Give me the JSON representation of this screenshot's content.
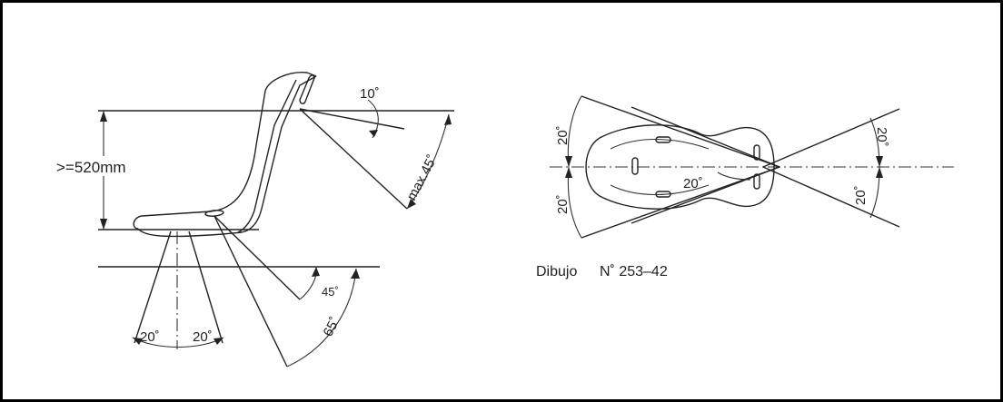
{
  "side_view": {
    "height_label": ">=520mm",
    "recline_label": "10˚",
    "max_back_label": "max.45˚",
    "left_angle_label": "20˚",
    "right_angle_label": "20˚",
    "belt_angle_45_label": "45˚",
    "belt_angle_65_label": "65˚"
  },
  "top_view": {
    "left_upper_label": "20˚",
    "left_lower_label": "20˚",
    "center_label": "20˚",
    "right_upper_label": "20˚",
    "right_lower_label": "20˚"
  },
  "drawing_ref": {
    "prefix": "Dibujo",
    "number": "N˚ 253–42"
  }
}
